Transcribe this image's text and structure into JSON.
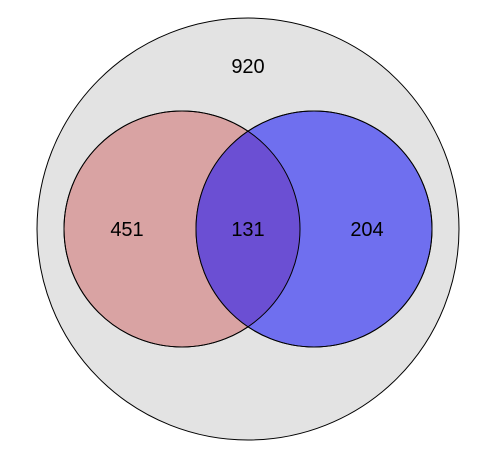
{
  "diagram": {
    "type": "venn",
    "outer": {
      "value": "920",
      "fill": "#e3e3e3",
      "stroke": "#000000"
    },
    "left_set": {
      "value": "451",
      "fill": "#d9a3a3",
      "stroke": "#000000"
    },
    "right_set": {
      "value": "204",
      "fill": "#6f6fef",
      "stroke": "#000000"
    },
    "intersection": {
      "value": "131",
      "fill": "#6b4fd3"
    }
  }
}
